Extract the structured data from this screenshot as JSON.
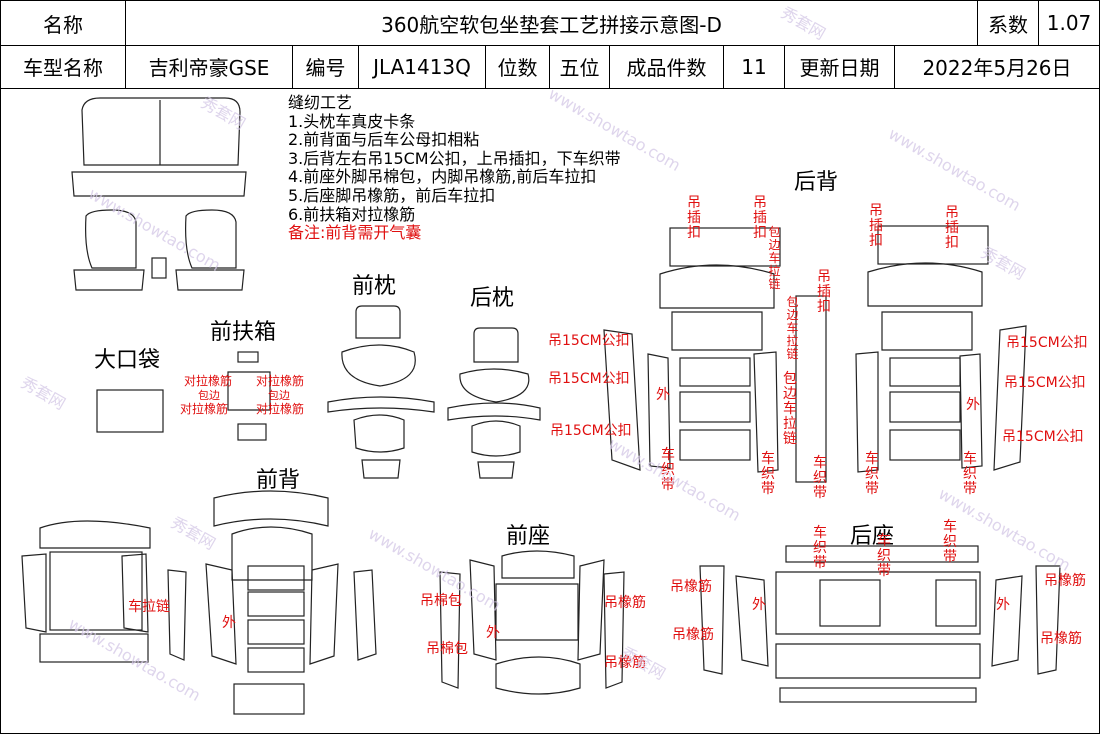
{
  "header": {
    "row1": {
      "name_label": "名称",
      "title": "360航空软包坐垫套工艺拼接示意图-D",
      "coef_label": "系数",
      "coef_value": "1.07"
    },
    "row2": {
      "model_label": "车型名称",
      "model_value": "吉利帝豪GSE",
      "code_label": "编号",
      "code_value": "JLA1413Q",
      "seats_label": "位数",
      "seats_value": "五位",
      "pieces_label": "成品件数",
      "pieces_value": "11",
      "date_label": "更新日期",
      "date_value": "2022年5月26日"
    }
  },
  "notes": {
    "title": "缝纫工艺",
    "items": [
      "1.头枕车真皮卡条",
      "2.前背面与后车公母扣相粘",
      "3.后背左右吊15CM公扣，上吊插扣，下车织带",
      "4.前座外脚吊棉包，内脚吊橡筋,前后车拉扣",
      "5.后座脚吊橡筋，前后车拉扣",
      "6.前扶箱对拉橡筋"
    ],
    "remark": "备注:前背需开气囊"
  },
  "sections": {
    "bag": "大口袋",
    "front_armrest": "前扶箱",
    "front_headrest": "前枕",
    "rear_headrest": "后枕",
    "rear_back": "后背",
    "front_back": "前背",
    "front_seat": "前座",
    "rear_seat": "后座"
  },
  "labels": {
    "hang_buckle": "吊插扣",
    "edge_zip": "包边车拉链",
    "hang_15cm": "吊15CM公扣",
    "outer": "外",
    "webbing": "车织带",
    "zip": "车拉链",
    "cotton": "吊棉包",
    "elastic": "吊橡筋",
    "pull_elastic": "对拉橡筋",
    "edge": "包边"
  },
  "watermarks": [
    "秀套网",
    "www.showtao.com"
  ]
}
